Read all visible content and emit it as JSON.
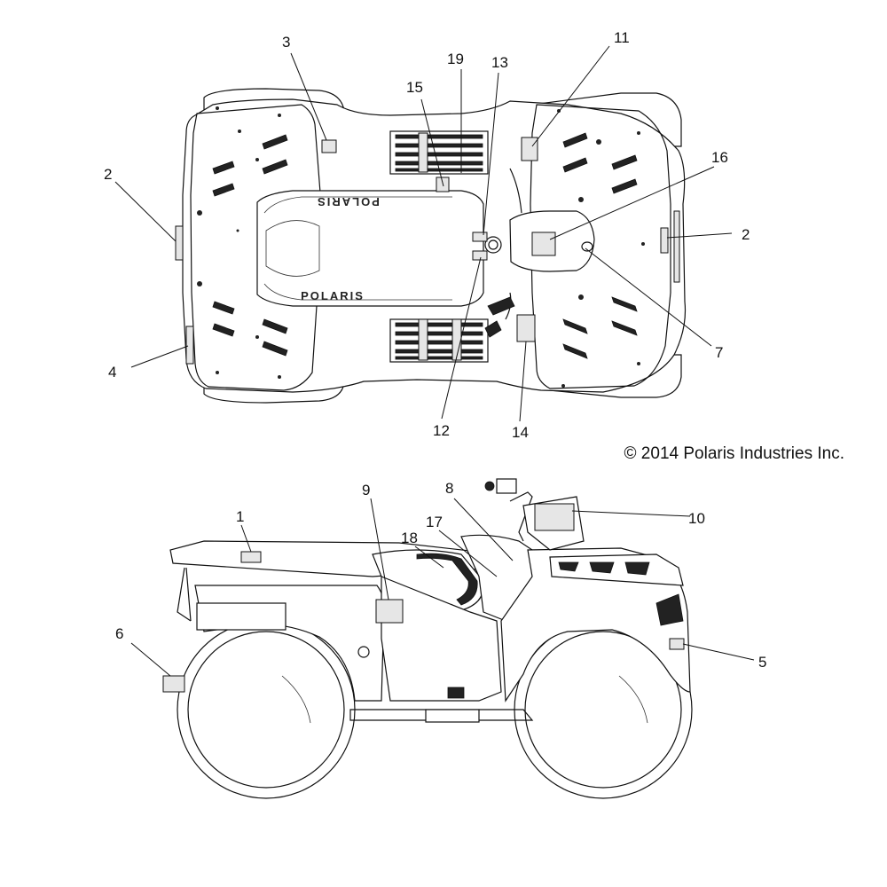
{
  "copyright": "© 2014 Polaris Industries Inc.",
  "logo_text": "POLARIS",
  "callouts": {
    "c1": "1",
    "c2a": "2",
    "c2b": "2",
    "c3": "3",
    "c4": "4",
    "c5": "5",
    "c6": "6",
    "c7": "7",
    "c8": "8",
    "c9": "9",
    "c10": "10",
    "c11": "11",
    "c12": "12",
    "c13": "13",
    "c14": "14",
    "c15": "15",
    "c16": "16",
    "c17": "17",
    "c18": "18",
    "c19": "19"
  }
}
